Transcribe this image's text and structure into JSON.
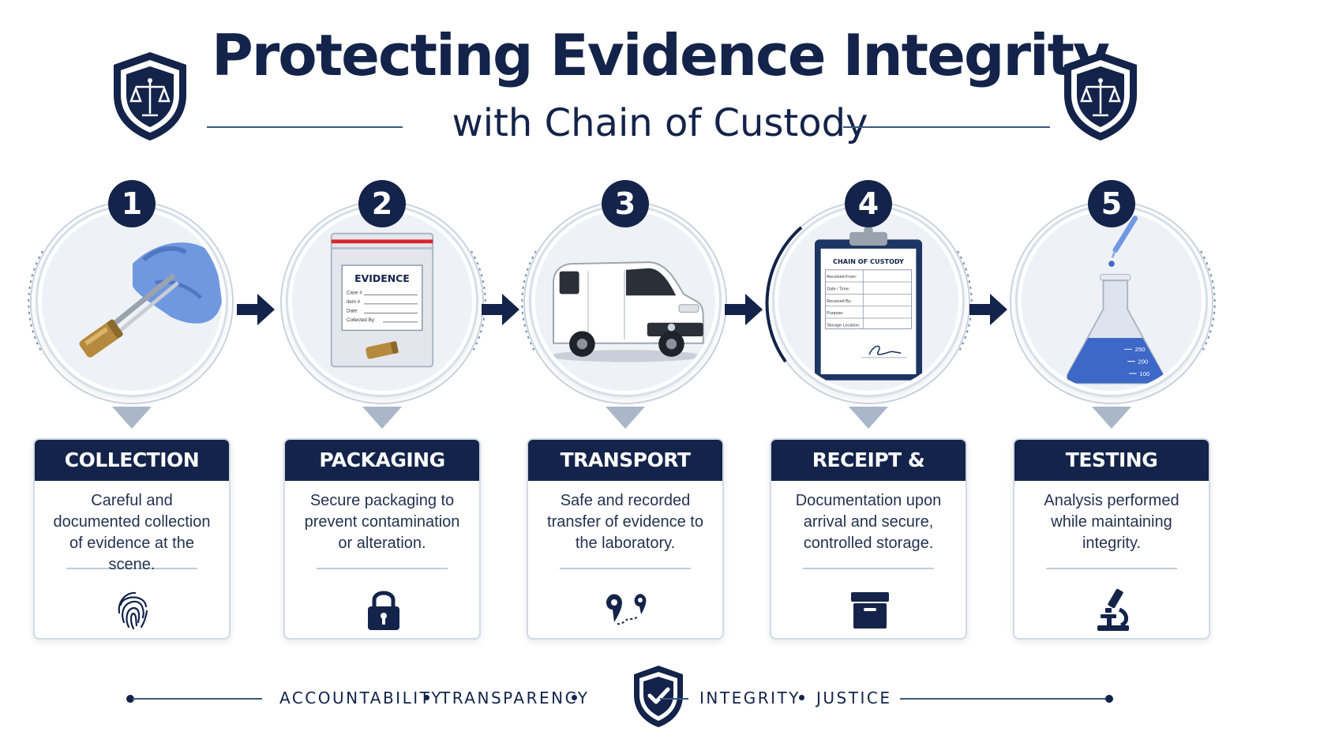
{
  "header": {
    "title": "Protecting Evidence Integrity",
    "subtitle": "with Chain of Custody"
  },
  "steps": [
    {
      "number": "1",
      "title": "COLLECTION",
      "description": "Careful and documented collection of evidence at the scene.",
      "image": "gloved-hand-tweezers-bullet-casing",
      "icon": "fingerprint-icon"
    },
    {
      "number": "2",
      "title": "PACKAGING",
      "description": "Secure packaging to prevent contamination or alteration.",
      "image": "evidence-bag",
      "icon": "lock-icon",
      "bag": {
        "label": "EVIDENCE",
        "fields": [
          "Case #",
          "Item #",
          "Date:",
          "Collected By:"
        ]
      }
    },
    {
      "number": "3",
      "title": "TRANSPORT",
      "description": "Safe and recorded transfer of evidence to the laboratory.",
      "image": "white-van",
      "icon": "route-pins-icon"
    },
    {
      "number": "4",
      "title": "RECEIPT & STORAGE",
      "description": "Documentation upon arrival and secure, controlled storage.",
      "image": "clipboard-form",
      "icon": "storage-box-icon",
      "form": {
        "heading": "CHAIN OF CUSTODY",
        "fields": [
          "Received From:",
          "Date / Time:",
          "Received By:",
          "Purpose:",
          "Storage Location:"
        ]
      }
    },
    {
      "number": "5",
      "title": "TESTING",
      "description": "Analysis performed while maintaining integrity.",
      "image": "lab-flask-pipette",
      "icon": "microscope-icon",
      "flask_marks": [
        "250",
        "200",
        "100"
      ]
    }
  ],
  "footer": {
    "values": [
      "ACCOUNTABILITY",
      "TRANSPARENCY",
      "INTEGRITY",
      "JUSTICE"
    ]
  },
  "colors": {
    "navy": "#13234a",
    "accent_line": "#3d567f",
    "glove_blue": "#6f98e0",
    "evidence_red": "#d8262b"
  }
}
